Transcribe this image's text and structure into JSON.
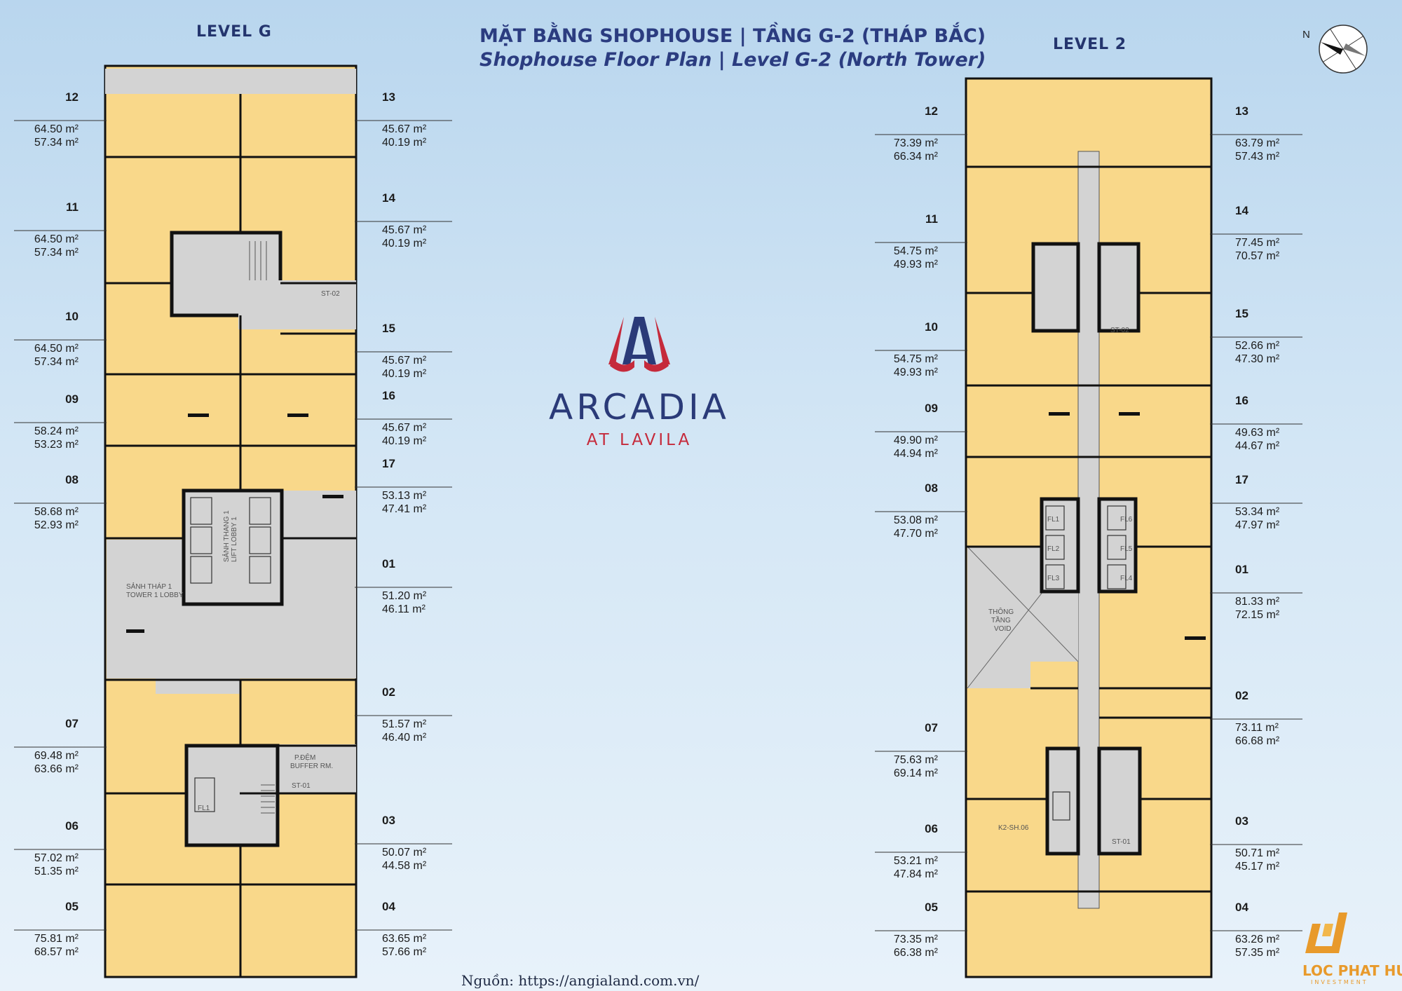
{
  "header": {
    "title_vi": "MẶT BẰNG SHOPHOUSE | TẦNG G-2 (THÁP BẮC)",
    "title_en": "Shophouse Floor Plan | Level G-2 (North Tower)"
  },
  "compass_label": "N",
  "logo": {
    "name": "ARCADIA",
    "sub": "AT LAVILA"
  },
  "source": "Nguồn: https://angialand.com.vn/",
  "brand": {
    "name": "LOC PHAT HUNG",
    "tag": "INVESTMENT"
  },
  "rooms": {
    "st02": "ST-02",
    "lobby_vi": "SẢNH THÁP 1",
    "lobby_en": "TOWER 1 LOBBY",
    "lift_vi": "SẢNH THANG 1",
    "lift_en": "LIFT LOBBY 1",
    "buffer_vi": "P.ĐỆM",
    "buffer_en": "BUFFER RM.",
    "st01": "ST-01",
    "fl1": "FL1",
    "void_vi1": "THÔNG",
    "void_vi2": "TẦNG",
    "void_en": "VOID",
    "fl1b": "FL1",
    "fl2": "FL2",
    "fl3": "FL3",
    "fl4": "FL4",
    "fl5": "FL5",
    "fl6": "FL6",
    "k2": "K2-SH.06"
  },
  "level_g": {
    "label": "LEVEL G",
    "left": [
      {
        "unit": "12",
        "a1": "64.50 m²",
        "a2": "57.34 m²"
      },
      {
        "unit": "11",
        "a1": "64.50 m²",
        "a2": "57.34 m²"
      },
      {
        "unit": "10",
        "a1": "64.50 m²",
        "a2": "57.34 m²"
      },
      {
        "unit": "09",
        "a1": "58.24 m²",
        "a2": "53.23 m²"
      },
      {
        "unit": "08",
        "a1": "58.68 m²",
        "a2": "52.93 m²"
      },
      {
        "unit": "07",
        "a1": "69.48 m²",
        "a2": "63.66 m²"
      },
      {
        "unit": "06",
        "a1": "57.02 m²",
        "a2": "51.35 m²"
      },
      {
        "unit": "05",
        "a1": "75.81 m²",
        "a2": "68.57 m²"
      }
    ],
    "right": [
      {
        "unit": "13",
        "a1": "45.67 m²",
        "a2": "40.19 m²"
      },
      {
        "unit": "14",
        "a1": "45.67 m²",
        "a2": "40.19 m²"
      },
      {
        "unit": "15",
        "a1": "45.67 m²",
        "a2": "40.19 m²"
      },
      {
        "unit": "16",
        "a1": "45.67 m²",
        "a2": "40.19 m²"
      },
      {
        "unit": "17",
        "a1": "53.13 m²",
        "a2": "47.41 m²"
      },
      {
        "unit": "01",
        "a1": "51.20 m²",
        "a2": "46.11 m²"
      },
      {
        "unit": "02",
        "a1": "51.57 m²",
        "a2": "46.40 m²"
      },
      {
        "unit": "03",
        "a1": "50.07 m²",
        "a2": "44.58 m²"
      },
      {
        "unit": "04",
        "a1": "63.65 m²",
        "a2": "57.66 m²"
      }
    ]
  },
  "level_2": {
    "label": "LEVEL 2",
    "left": [
      {
        "unit": "12",
        "a1": "73.39 m²",
        "a2": "66.34 m²"
      },
      {
        "unit": "11",
        "a1": "54.75 m²",
        "a2": "49.93 m²"
      },
      {
        "unit": "10",
        "a1": "54.75 m²",
        "a2": "49.93 m²"
      },
      {
        "unit": "09",
        "a1": "49.90 m²",
        "a2": "44.94 m²"
      },
      {
        "unit": "08",
        "a1": "53.08 m²",
        "a2": "47.70 m²"
      },
      {
        "unit": "07",
        "a1": "75.63 m²",
        "a2": "69.14 m²"
      },
      {
        "unit": "06",
        "a1": "53.21 m²",
        "a2": "47.84 m²"
      },
      {
        "unit": "05",
        "a1": "73.35 m²",
        "a2": "66.38 m²"
      }
    ],
    "right": [
      {
        "unit": "13",
        "a1": "63.79 m²",
        "a2": "57.43 m²"
      },
      {
        "unit": "14",
        "a1": "77.45 m²",
        "a2": "70.57 m²"
      },
      {
        "unit": "15",
        "a1": "52.66 m²",
        "a2": "47.30 m²"
      },
      {
        "unit": "16",
        "a1": "49.63 m²",
        "a2": "44.67 m²"
      },
      {
        "unit": "17",
        "a1": "53.34 m²",
        "a2": "47.97 m²"
      },
      {
        "unit": "01",
        "a1": "81.33 m²",
        "a2": "72.15 m²"
      },
      {
        "unit": "02",
        "a1": "73.11 m²",
        "a2": "66.68 m²"
      },
      {
        "unit": "03",
        "a1": "50.71 m²",
        "a2": "45.17 m²"
      },
      {
        "unit": "04",
        "a1": "63.26 m²",
        "a2": "57.35 m²"
      }
    ]
  },
  "colors": {
    "unit_fill": "#f9d88a",
    "common_fill": "#d3d3d3",
    "wall": "#111111",
    "title": "#2b3c80",
    "accent_red": "#c52a3b"
  }
}
